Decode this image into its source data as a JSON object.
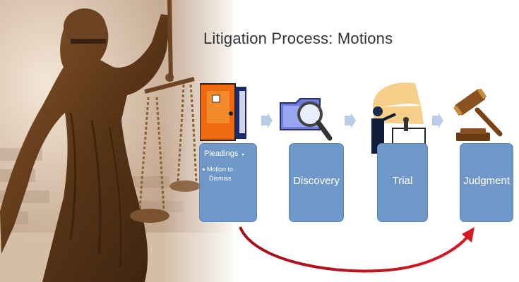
{
  "title": "Litigation Process: Motions",
  "steps": [
    {
      "id": "pleadings",
      "label": "Pleadings",
      "icon": "door-folder-icon",
      "bullets": [
        "Motion to",
        "Dismiss"
      ]
    },
    {
      "id": "discovery",
      "label": "Discovery",
      "icon": "folder-magnifier-icon"
    },
    {
      "id": "trial",
      "label": "Trial",
      "icon": "courtroom-figure-icon"
    },
    {
      "id": "judgment",
      "label": "Judgment",
      "icon": "gavel-icon"
    }
  ],
  "colors": {
    "box": "#6f98c9",
    "arrow": "#c0141c",
    "chevron": "#b9cde6",
    "title": "#333333"
  },
  "image": {
    "description_icon": "lady-justice-statue"
  }
}
